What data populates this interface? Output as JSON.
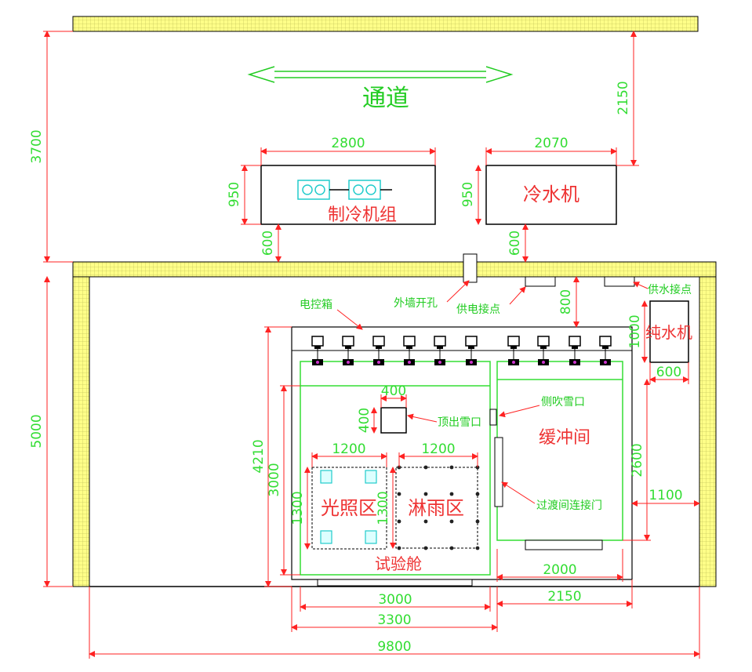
{
  "labels": {
    "corridor": "通道",
    "chiller_unit": "制冷机组",
    "water_chiller": "冷水机",
    "pure_water": "纯水机",
    "buffer_room": "缓冲间",
    "light_zone": "光照区",
    "rain_zone": "淋雨区",
    "test_chamber": "试验舱"
  },
  "annotations": {
    "electric_cabinet": "电控箱",
    "wall_hole": "外墙开孔",
    "power_point": "供电接点",
    "water_point": "供水接点",
    "top_snow_outlet": "顶出雪口",
    "side_snow_outlet": "侧吹雪口",
    "transition_door": "过渡间连接门"
  },
  "dimensions": {
    "d3700": "3700",
    "d2150_top": "2150",
    "d2800": "2800",
    "d2070": "2070",
    "d950_a": "950",
    "d950_b": "950",
    "d600_a": "600",
    "d600_b": "600",
    "d800": "800",
    "d1000": "1000",
    "d600_c": "600",
    "d5000": "5000",
    "d4210": "4210",
    "d3000_v": "3000",
    "d400_w": "400",
    "d400_h": "400",
    "d1200_a": "1200",
    "d1200_b": "1200",
    "d1300_a": "1300",
    "d1300_b": "1300",
    "d2600": "2600",
    "d1100": "1100",
    "d2000": "2000",
    "d2150_bot": "2150",
    "d3000_h": "3000",
    "d3300": "3300",
    "d9800": "9800"
  },
  "colors": {
    "dimension": "#ff2222",
    "dimension_text": "#33dd33",
    "label_text": "#ee3333",
    "annotation_text": "#22cc22",
    "wall_fill": "#ffff88",
    "wall_grid": "#c8c860",
    "chamber_outline": "#33dd33",
    "equipment_cyan": "#22cccc",
    "fixture_magenta": "#cc33cc"
  }
}
